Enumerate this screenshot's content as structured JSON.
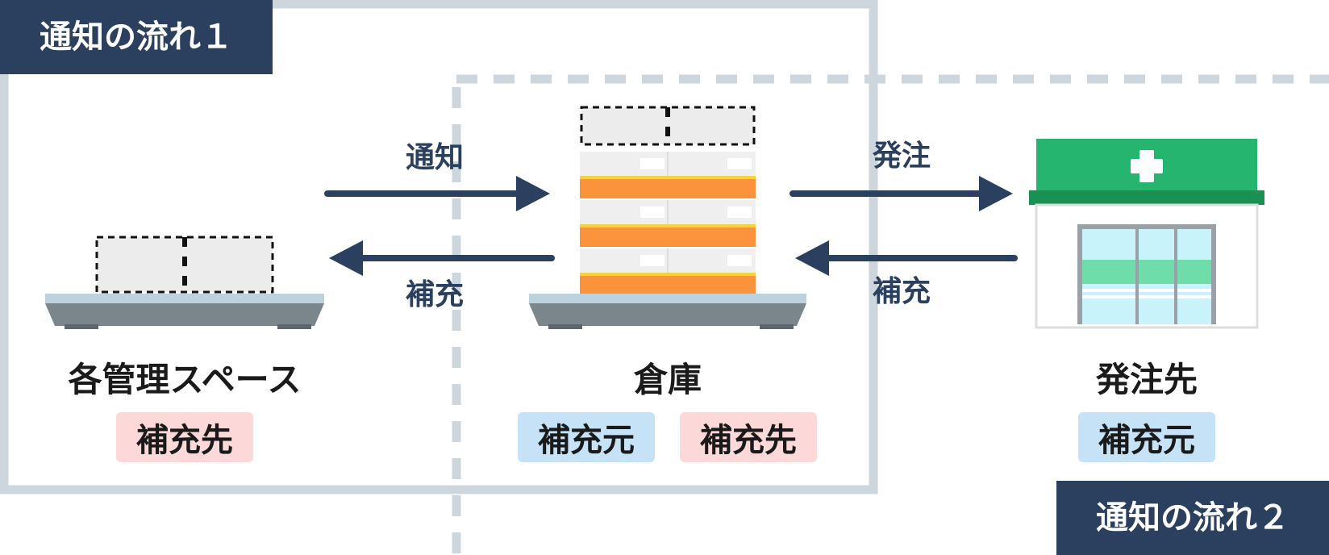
{
  "flows": {
    "flow1_label": "通知の流れ１",
    "flow2_label": "通知の流れ２"
  },
  "arrows": {
    "notify_label": "通知",
    "replenish_left_label": "補充",
    "order_label": "発注",
    "replenish_right_label": "補充"
  },
  "nodes": {
    "spaces": {
      "title": "各管理スペース",
      "badge": "補充先"
    },
    "warehouse": {
      "title": "倉庫",
      "badge_source": "補充元",
      "badge_dest": "補充先"
    },
    "supplier": {
      "title": "発注先",
      "badge": "補充元"
    }
  },
  "colors": {
    "navy": "#2b3f5e",
    "frame_gray": "#cdd6dd",
    "shelf_top": "#bcd2dc",
    "shelf_base": "#7a858c",
    "orange_box": "#fb923c",
    "store_green": "#26b56f",
    "store_green_dark": "#1a9152",
    "badge_destination": "#fcd8d8",
    "badge_source": "#c6e2f6"
  }
}
